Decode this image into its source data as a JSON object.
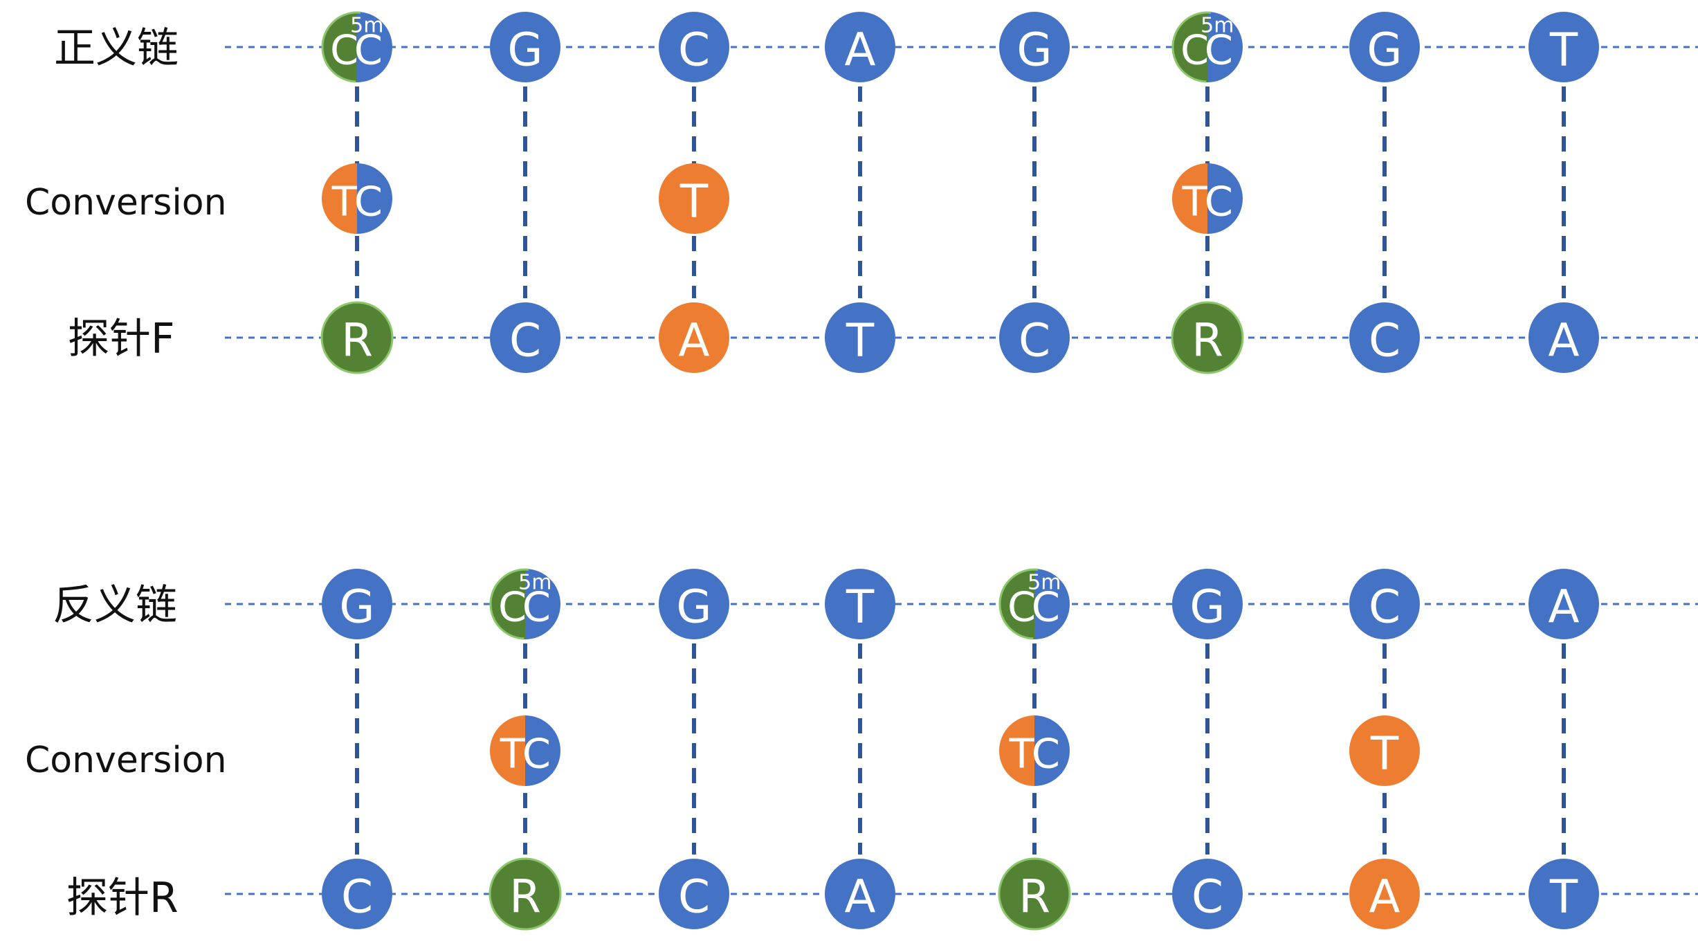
{
  "colors": {
    "blue": "#4472C4",
    "orange": "#ED7D31",
    "green": "#548235",
    "green_border": "#8CC66A",
    "connector": "#2F5597",
    "strand_line": "#4472C4"
  },
  "panels": [
    {
      "id": "sense",
      "labels": {
        "strand": "正义链",
        "conversion": "Conversion",
        "probe": "探针F"
      },
      "strand": [
        {
          "type": "split",
          "left": "C",
          "right": "C",
          "sup": "5m"
        },
        {
          "type": "blue",
          "base": "G"
        },
        {
          "type": "blue",
          "base": "C"
        },
        {
          "type": "blue",
          "base": "A"
        },
        {
          "type": "blue",
          "base": "G"
        },
        {
          "type": "split",
          "left": "C",
          "right": "C",
          "sup": "5m"
        },
        {
          "type": "blue",
          "base": "G"
        },
        {
          "type": "blue",
          "base": "T"
        }
      ],
      "conversion": [
        {
          "type": "split",
          "left": "T",
          "right": "C"
        },
        null,
        {
          "type": "orange",
          "base": "T"
        },
        null,
        null,
        {
          "type": "split",
          "left": "T",
          "right": "C"
        },
        null,
        null
      ],
      "probe": [
        {
          "type": "green",
          "base": "R"
        },
        {
          "type": "blue",
          "base": "C"
        },
        {
          "type": "orange",
          "base": "A"
        },
        {
          "type": "blue",
          "base": "T"
        },
        {
          "type": "blue",
          "base": "C"
        },
        {
          "type": "green",
          "base": "R"
        },
        {
          "type": "blue",
          "base": "C"
        },
        {
          "type": "blue",
          "base": "A"
        }
      ]
    },
    {
      "id": "antisense",
      "labels": {
        "strand": "反义链",
        "conversion": "Conversion",
        "probe": "探针R"
      },
      "strand": [
        {
          "type": "blue",
          "base": "G"
        },
        {
          "type": "split",
          "left": "C",
          "right": "C",
          "sup": "5m"
        },
        {
          "type": "blue",
          "base": "G"
        },
        {
          "type": "blue",
          "base": "T"
        },
        {
          "type": "split",
          "left": "C",
          "right": "C",
          "sup": "5m"
        },
        {
          "type": "blue",
          "base": "G"
        },
        {
          "type": "blue",
          "base": "C"
        },
        {
          "type": "blue",
          "base": "A"
        }
      ],
      "conversion": [
        null,
        {
          "type": "split",
          "left": "T",
          "right": "C"
        },
        null,
        null,
        {
          "type": "split",
          "left": "T",
          "right": "C"
        },
        null,
        {
          "type": "orange",
          "base": "T"
        },
        null
      ],
      "probe": [
        {
          "type": "blue",
          "base": "C"
        },
        {
          "type": "green",
          "base": "R"
        },
        {
          "type": "blue",
          "base": "C"
        },
        {
          "type": "blue",
          "base": "A"
        },
        {
          "type": "green",
          "base": "R"
        },
        {
          "type": "blue",
          "base": "C"
        },
        {
          "type": "orange",
          "base": "A"
        },
        {
          "type": "blue",
          "base": "T"
        }
      ]
    }
  ]
}
